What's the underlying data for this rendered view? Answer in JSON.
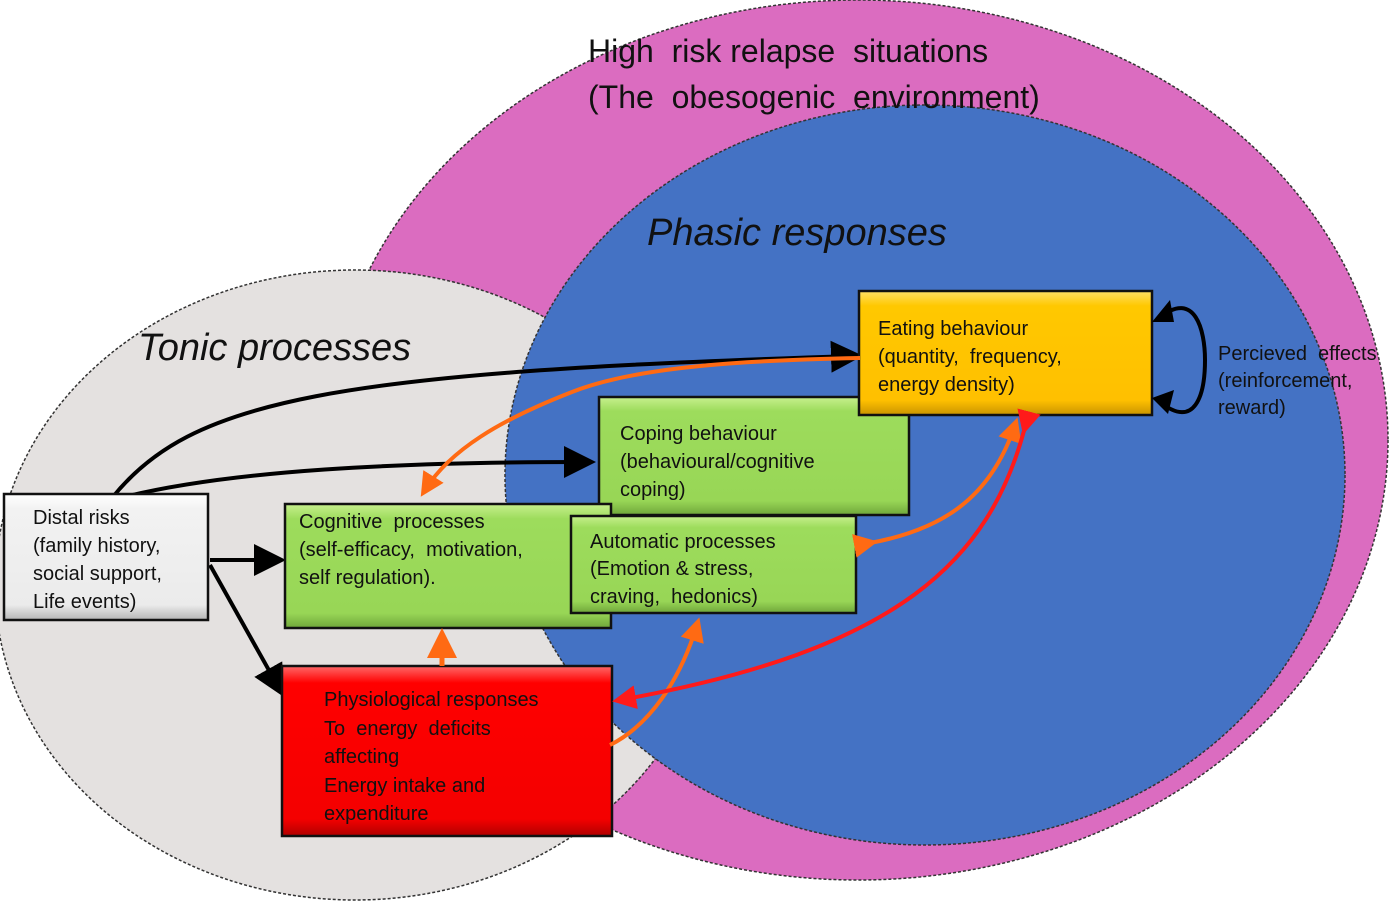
{
  "regions": {
    "outer": {
      "title_line1": "High  risk relapse  situations",
      "title_line2": "(The  obesogenic  environment)",
      "color": "#db6cc0"
    },
    "phasic": {
      "title": "Phasic responses",
      "color": "#4472c4"
    },
    "tonic": {
      "title": "Tonic processes",
      "color": "#e4e1e0"
    }
  },
  "boxes": {
    "eating": {
      "lines": [
        "Eating behaviour",
        "(quantity,  frequency,",
        "energy density)"
      ],
      "color": "#ffc000"
    },
    "coping": {
      "lines": [
        "Coping behaviour",
        "(behavioural/cognitive",
        "coping)"
      ],
      "color": "#9bdb5b"
    },
    "cognitive": {
      "lines": [
        "Cognitive  processes",
        "(self-efficacy,  motivation,",
        "self regulation)."
      ],
      "color": "#9bdb5b"
    },
    "automatic": {
      "lines": [
        "Automatic processes",
        "(Emotion & stress,",
        "craving,  hedonics)"
      ],
      "color": "#9bdb5b"
    },
    "distal": {
      "lines": [
        "Distal risks",
        "(family history,",
        "social support,",
        "Life  events)"
      ],
      "color": "#eeeeee"
    },
    "physiological": {
      "lines": [
        "Physiological responses",
        "To  energy  deficits",
        "affecting",
        "Energy intake and",
        "expenditure"
      ],
      "color": "#ff0000"
    }
  },
  "feedback_label": {
    "lines": [
      "Percieved  effects",
      "(reinforcement,",
      "reward)"
    ]
  },
  "arrow_colors": {
    "black": "#000000",
    "orange": "#ff6a13",
    "red": "#ff1a1a"
  }
}
